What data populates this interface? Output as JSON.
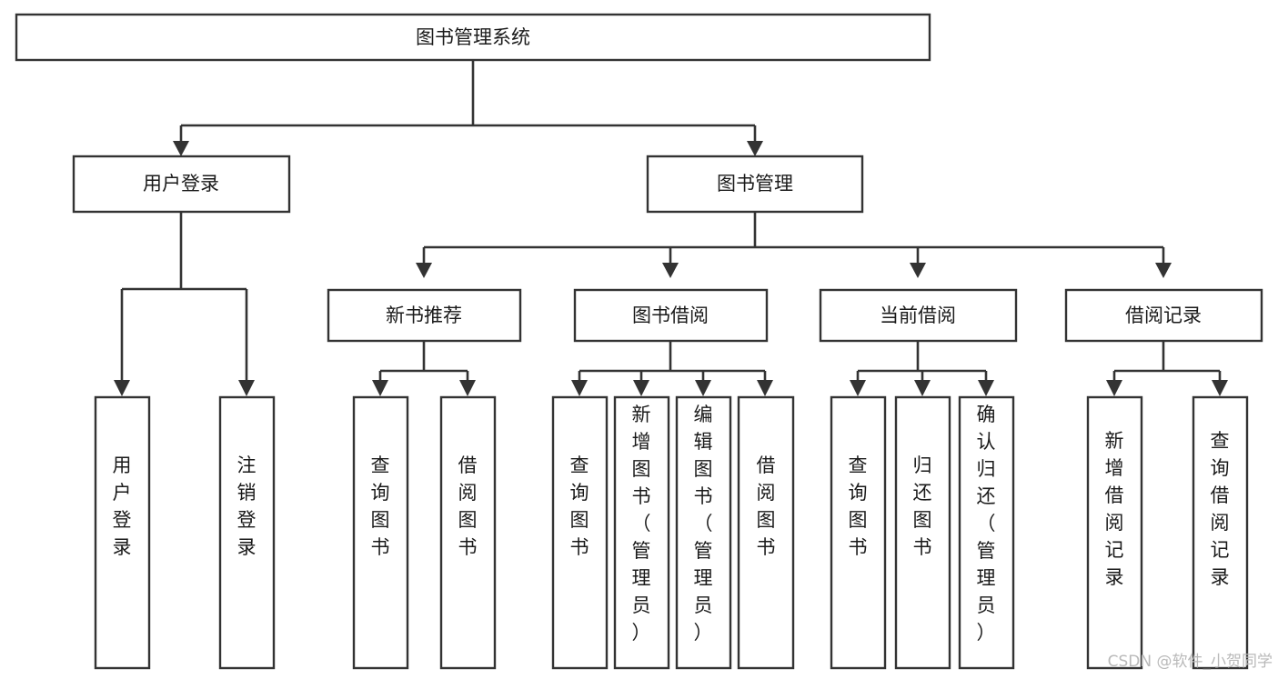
{
  "diagram": {
    "type": "tree-hierarchy-flowchart",
    "title": "图书管理系统",
    "orientation": "top-down",
    "colors": {
      "background": "#ffffff",
      "box_fill": "#ffffff",
      "box_stroke": "#333333",
      "text": "#1a1a1a",
      "watermark": "#b9b9b9"
    },
    "nodes": {
      "root": {
        "label": "图书管理系统",
        "level": 0,
        "orientation": "horizontal"
      },
      "l1": [
        {
          "id": "user-login",
          "label": "用户登录",
          "level": 1,
          "orientation": "horizontal"
        },
        {
          "id": "book-management",
          "label": "图书管理",
          "level": 1,
          "orientation": "horizontal"
        }
      ],
      "l2": [
        {
          "id": "new-book-recommend",
          "label": "新书推荐",
          "level": 2,
          "orientation": "horizontal"
        },
        {
          "id": "book-borrow",
          "label": "图书借阅",
          "level": 2,
          "orientation": "horizontal"
        },
        {
          "id": "current-borrow",
          "label": "当前借阅",
          "level": 2,
          "orientation": "horizontal"
        },
        {
          "id": "borrow-record",
          "label": "借阅记录",
          "level": 2,
          "orientation": "horizontal"
        }
      ],
      "leaves": [
        {
          "id": "leaf-user-login",
          "label": "用户登录",
          "parent": "user-login",
          "orientation": "vertical"
        },
        {
          "id": "leaf-logout-login",
          "label": "注销登录",
          "parent": "user-login",
          "orientation": "vertical"
        },
        {
          "id": "leaf-query-book-1",
          "label": "查询图书",
          "parent": "new-book-recommend",
          "orientation": "vertical"
        },
        {
          "id": "leaf-borrow-book-1",
          "label": "借阅图书",
          "parent": "new-book-recommend",
          "orientation": "vertical"
        },
        {
          "id": "leaf-query-book-2",
          "label": "查询图书",
          "parent": "book-borrow",
          "orientation": "vertical"
        },
        {
          "id": "leaf-add-book",
          "label": "新增图书（管理员）",
          "parent": "book-borrow",
          "orientation": "vertical"
        },
        {
          "id": "leaf-edit-book",
          "label": "编辑图书（管理员）",
          "parent": "book-borrow",
          "orientation": "vertical"
        },
        {
          "id": "leaf-borrow-book-2",
          "label": "借阅图书",
          "parent": "book-borrow",
          "orientation": "vertical"
        },
        {
          "id": "leaf-query-book-3",
          "label": "查询图书",
          "parent": "current-borrow",
          "orientation": "vertical"
        },
        {
          "id": "leaf-return-book",
          "label": "归还图书",
          "parent": "current-borrow",
          "orientation": "vertical"
        },
        {
          "id": "leaf-confirm-return",
          "label": "确认归还（管理员）",
          "parent": "current-borrow",
          "orientation": "vertical"
        },
        {
          "id": "leaf-add-record",
          "label": "新增借阅记录",
          "parent": "borrow-record",
          "orientation": "vertical"
        },
        {
          "id": "leaf-query-record",
          "label": "查询借阅记录",
          "parent": "borrow-record",
          "orientation": "vertical"
        }
      ]
    },
    "edges": [
      {
        "from": "图书管理系统",
        "to": "用户登录"
      },
      {
        "from": "图书管理系统",
        "to": "图书管理"
      },
      {
        "from": "用户登录",
        "to": "用户登录"
      },
      {
        "from": "用户登录",
        "to": "注销登录"
      },
      {
        "from": "图书管理",
        "to": "新书推荐"
      },
      {
        "from": "图书管理",
        "to": "图书借阅"
      },
      {
        "from": "图书管理",
        "to": "当前借阅"
      },
      {
        "from": "图书管理",
        "to": "借阅记录"
      },
      {
        "from": "新书推荐",
        "to": "查询图书"
      },
      {
        "from": "新书推荐",
        "to": "借阅图书"
      },
      {
        "from": "图书借阅",
        "to": "查询图书"
      },
      {
        "from": "图书借阅",
        "to": "新增图书（管理员）"
      },
      {
        "from": "图书借阅",
        "to": "编辑图书（管理员）"
      },
      {
        "from": "图书借阅",
        "to": "借阅图书"
      },
      {
        "from": "当前借阅",
        "to": "查询图书"
      },
      {
        "from": "当前借阅",
        "to": "归还图书"
      },
      {
        "from": "当前借阅",
        "to": "确认归还（管理员）"
      },
      {
        "from": "借阅记录",
        "to": "新增借阅记录"
      },
      {
        "from": "借阅记录",
        "to": "查询借阅记录"
      }
    ]
  },
  "watermark": {
    "text": "CSDN @软件_小贺同学"
  }
}
